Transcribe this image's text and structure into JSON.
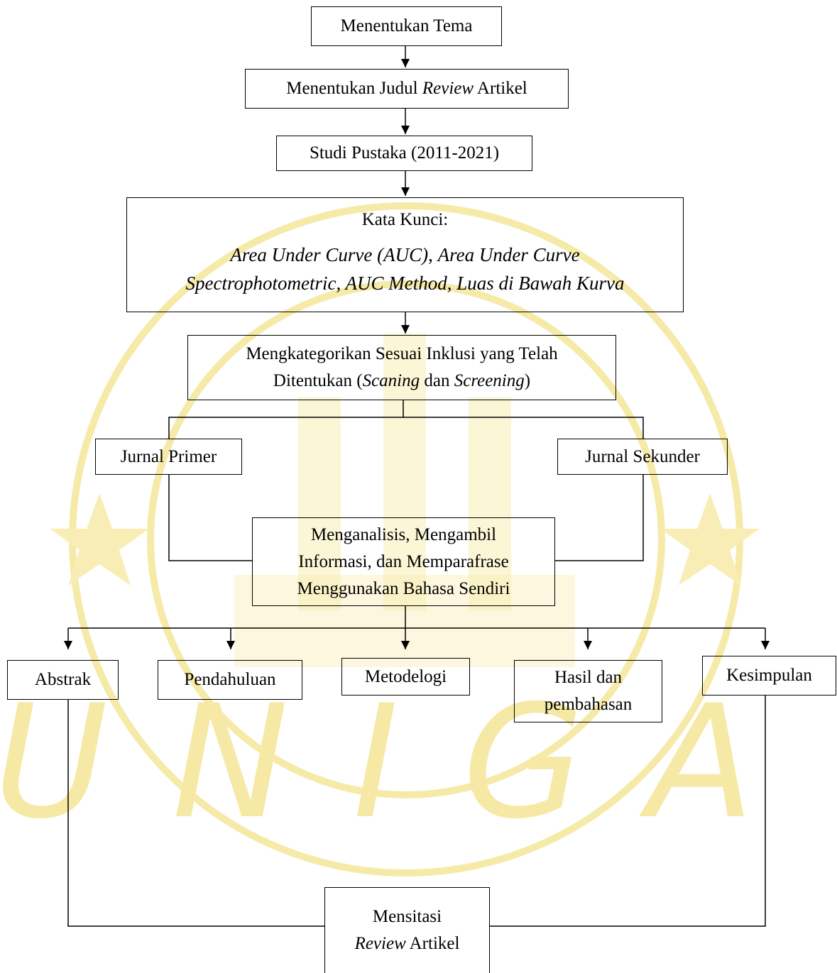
{
  "watermark": {
    "text": "UNIGA",
    "color": "#f6e9a6",
    "icon": "university-seal-watermark"
  },
  "nodes": {
    "tema": {
      "label": "Menentukan Tema"
    },
    "judul": {
      "pre": "Menentukan Judul ",
      "italic": "Review",
      "post": " Artikel"
    },
    "studi": {
      "label": "Studi Pustaka (2011-2021)"
    },
    "kata_kunci": {
      "label": "Kata Kunci:",
      "line1_italic": "Area Under Curve (AUC)",
      "line1_sep": ", ",
      "line1_italic2": "Area Under Curve",
      "line2_italic": "Spectrophotometric, AUC Method, Luas di Bawah Kurva"
    },
    "kategori": {
      "line1": "Mengkategorikan Sesuai Inklusi yang Telah",
      "line2_pre": "Ditentukan (",
      "line2_it1": "Scaning",
      "line2_mid": " dan ",
      "line2_it2": "Screening",
      "line2_post": ")"
    },
    "primer": {
      "label": "Jurnal Primer"
    },
    "sekunder": {
      "label": "Jurnal Sekunder"
    },
    "analisis": {
      "line1": "Menganalisis, Mengambil",
      "line2": "Informasi, dan Memparafrase",
      "line3": "Menggunakan Bahasa Sendiri"
    },
    "abstrak": {
      "label": "Abstrak"
    },
    "pendahuluan": {
      "label": "Pendahuluan"
    },
    "metodelogi": {
      "label": "Metodelogi"
    },
    "hasil": {
      "line1": "Hasil dan",
      "line2": "pembahasan"
    },
    "kesimpulan": {
      "label": "Kesimpulan"
    },
    "mensitasi": {
      "line1": "Mensitasi",
      "line2_italic": "Review",
      "line2_post": " Artikel"
    }
  }
}
